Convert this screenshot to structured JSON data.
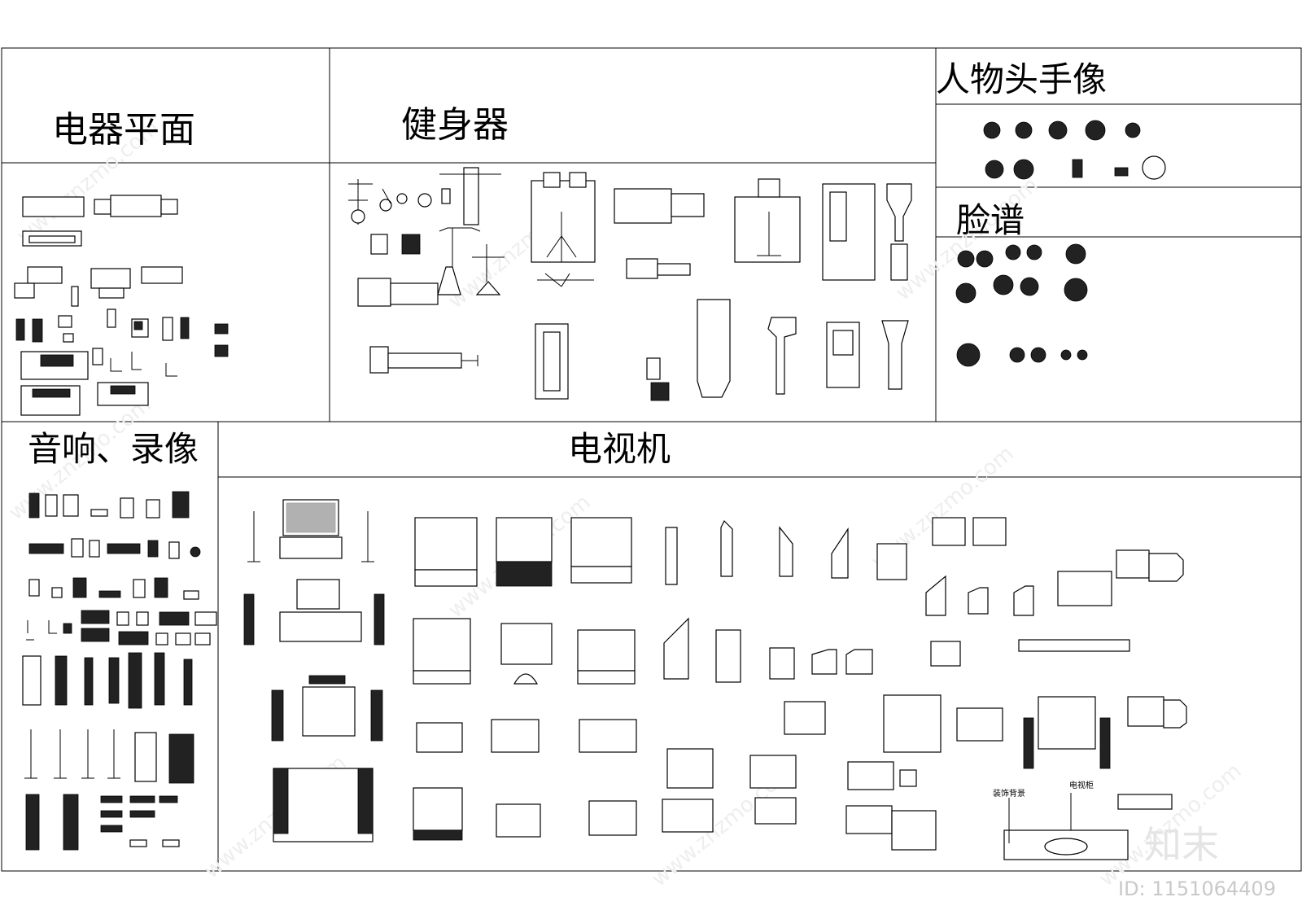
{
  "sections": {
    "appliance_plan": "电器平面",
    "fitness": "健身器",
    "portraits": "人物头手像",
    "facial_masks": "脸谱",
    "audio_video": "音响、录像",
    "television": "电视机"
  },
  "annotations": {
    "decor_wall": "装饰背景",
    "tv_cabinet": "电视柜"
  },
  "watermark": {
    "logo": "知末",
    "id": "ID: 1151064409",
    "site": "www.znzmo.com"
  }
}
